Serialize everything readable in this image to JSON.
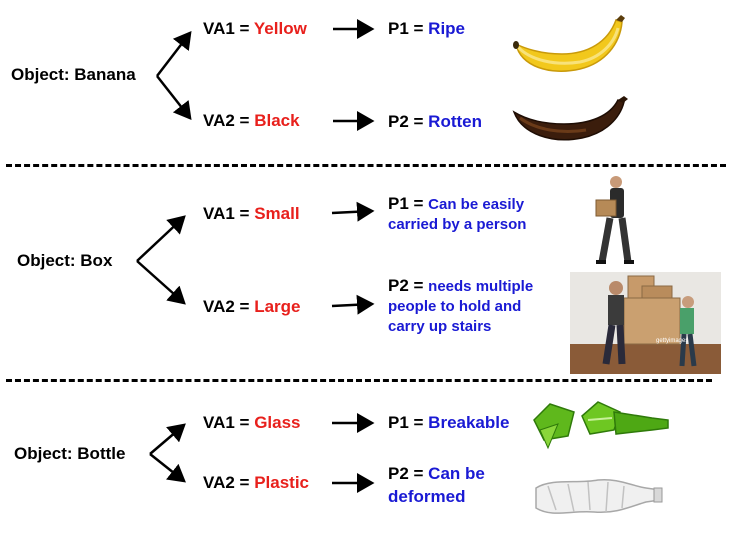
{
  "groups": [
    {
      "object": "Object: Banana",
      "va1": {
        "prefix": "VA1 = ",
        "value": "Yellow"
      },
      "va2": {
        "prefix": "VA2 = ",
        "value": "Black"
      },
      "p1": {
        "prefix": "P1 = ",
        "value": "Ripe"
      },
      "p2": {
        "prefix": "P2 = ",
        "value": "Rotten"
      }
    },
    {
      "object": "Object: Box",
      "va1": {
        "prefix": "VA1 = ",
        "value": "Small"
      },
      "va2": {
        "prefix": "VA2 = ",
        "value": "Large"
      },
      "p1": {
        "prefix": "P1 = ",
        "value_line1": "Can be easily",
        "value_line2": "carried by a person"
      },
      "p2": {
        "prefix": "P2 = ",
        "value_line1": "needs multiple",
        "value_line2": "people to hold and",
        "value_line3": "carry up stairs"
      }
    },
    {
      "object": "Object: Bottle",
      "va1": {
        "prefix": "VA1 = ",
        "value": "Glass"
      },
      "va2": {
        "prefix": "VA2 = ",
        "value": "Plastic"
      },
      "p1": {
        "prefix": "P1 = ",
        "value": "Breakable"
      },
      "p2": {
        "prefix": "P2 = ",
        "value_line1": "Can be",
        "value_line2": "deformed"
      }
    }
  ],
  "images": {
    "watermark": "gettyimages"
  },
  "colors": {
    "attribute_value": "#e8201c",
    "property_value": "#1a1ad4",
    "text": "#000000"
  }
}
